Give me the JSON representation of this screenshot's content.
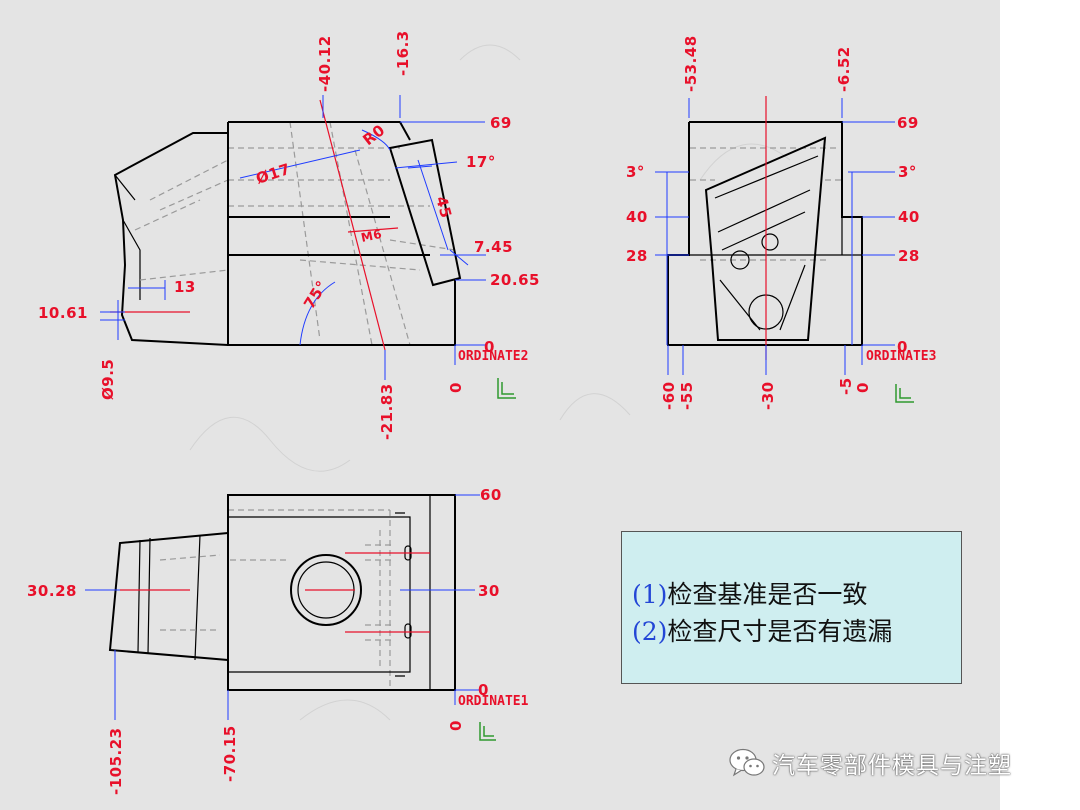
{
  "drawing": {
    "side_view": {
      "label": "ORDINATE2",
      "dims": {
        "d_4012": "-40.12",
        "d_163": "-16.3",
        "d_69": "69",
        "d_r": "R0",
        "d_17phi": "Ø17",
        "d_17deg": "17°",
        "d_45": "45",
        "d_m6": "M6",
        "d_745": "7.45",
        "d_2065": "20.65",
        "d_13": "13",
        "d_1061": "10.61",
        "d_75": "75°",
        "d_zero_h": "0",
        "d_95": "Ø9.5",
        "d_2183": "-21.83",
        "d_zero_v": "0"
      }
    },
    "front_view": {
      "label": "ORDINATE3",
      "dims": {
        "d_5348": "-53.48",
        "d_652": "-6.52",
        "d_69": "69",
        "d_3l": "3°",
        "d_3r": "3°",
        "d_40l": "40",
        "d_40r": "40",
        "d_28l": "28",
        "d_28r": "28",
        "d_zero_h": "0",
        "d_60": "-60",
        "d_55": "-55",
        "d_30": "-30",
        "d_5": "-5",
        "d_zero_v": "0"
      }
    },
    "top_view": {
      "label": "ORDINATE1",
      "dims": {
        "d_60": "60",
        "d_3028": "30.28",
        "d_30": "30",
        "d_zero_h": "0",
        "d_10523": "-105.23",
        "d_7015": "-70.15",
        "d_zero_v": "0"
      }
    }
  },
  "note": {
    "items": [
      {
        "num": "(1)",
        "text": "检查基准是否一致"
      },
      {
        "num": "(2)",
        "text": "检查尺寸是否有遗漏"
      }
    ]
  },
  "watermark": {
    "text": "汽车零部件模具与注塑",
    "icon": "wechat-icon"
  }
}
